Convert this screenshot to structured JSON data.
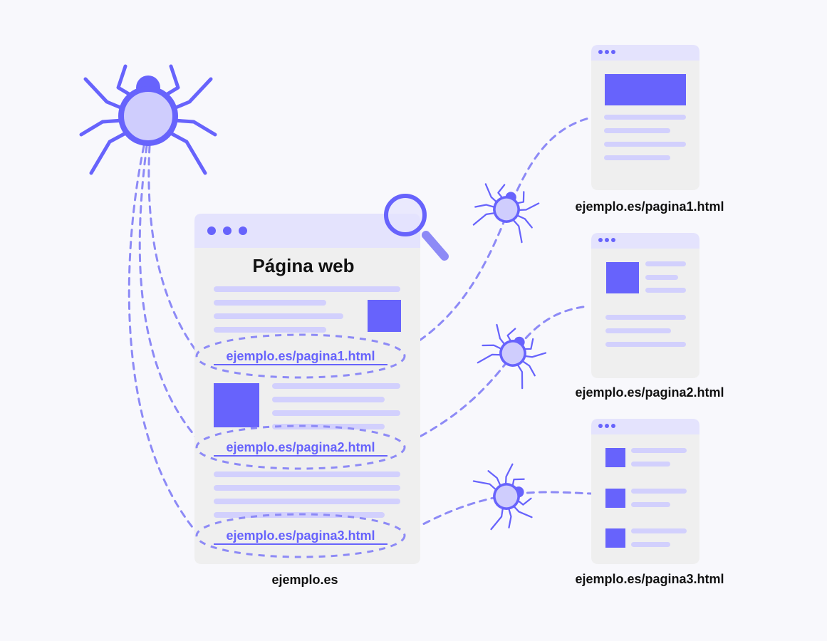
{
  "colors": {
    "background": "#f8f8fc",
    "primary": "#6763fc",
    "light_line": "#d2d0fd",
    "panel": "#efefef",
    "panel_header": "#e4e3fd",
    "spider_body": "#cfcdfd",
    "dashed": "#8d8af6",
    "text": "#111111"
  },
  "main_page": {
    "title": "Página web",
    "caption": "ejemplo.es",
    "links": [
      "ejemplo.es/pagina1.html",
      "ejemplo.es/pagina2.html",
      "ejemplo.es/pagina3.html"
    ]
  },
  "target_pages": [
    {
      "caption": "ejemplo.es/pagina1.html"
    },
    {
      "caption": "ejemplo.es/pagina2.html"
    },
    {
      "caption": "ejemplo.es/pagina3.html"
    }
  ],
  "icons": {
    "crawler": "spider-icon",
    "search": "magnifier-icon",
    "window_controls": "dots-icon"
  }
}
